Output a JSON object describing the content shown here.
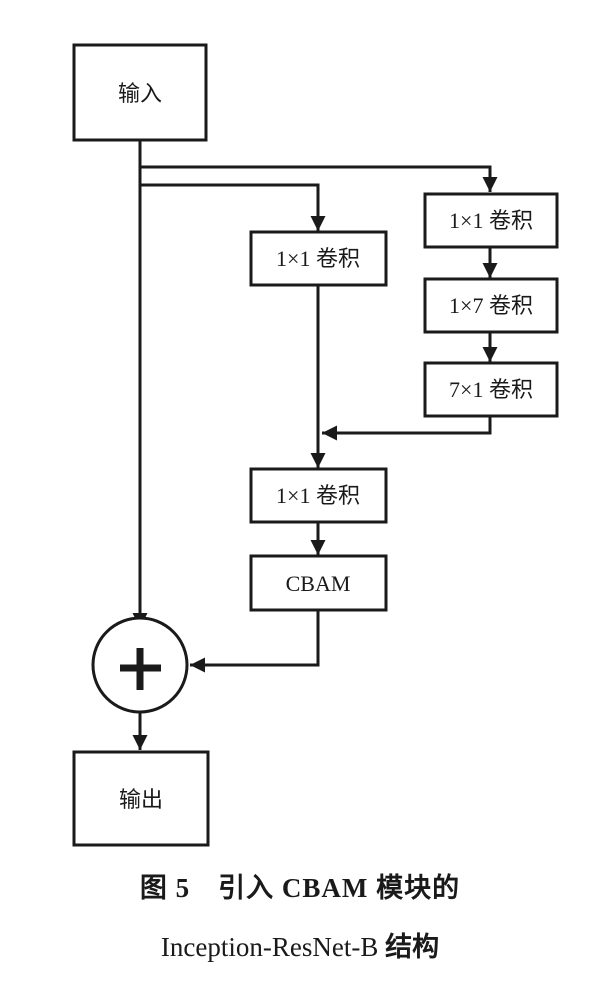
{
  "figure": {
    "nodes": {
      "input": {
        "label": "输入"
      },
      "b1_conv1": {
        "label": "1×1 卷积"
      },
      "b2_conv1": {
        "label": "1×1 卷积"
      },
      "b2_conv17": {
        "label": "1×7 卷积"
      },
      "b2_conv71": {
        "label": "7×1 卷积"
      },
      "merge_conv1": {
        "label": "1×1 卷积"
      },
      "cbam": {
        "label": "CBAM"
      },
      "add": {
        "label": "+",
        "icon": "plus-circle-icon"
      },
      "output": {
        "label": "输出"
      }
    },
    "edges": [
      [
        "input",
        "add"
      ],
      [
        "input",
        "b1_conv1"
      ],
      [
        "input",
        "b2_conv1"
      ],
      [
        "b2_conv1",
        "b2_conv17"
      ],
      [
        "b2_conv17",
        "b2_conv71"
      ],
      [
        "b2_conv71",
        "merge_conv1"
      ],
      [
        "b1_conv1",
        "merge_conv1"
      ],
      [
        "merge_conv1",
        "cbam"
      ],
      [
        "cbam",
        "add"
      ],
      [
        "add",
        "output"
      ]
    ]
  },
  "caption": {
    "line1": "图 5　引入 CBAM 模块的",
    "line2_name": "Inception-ResNet-B",
    "line2_suffix": " 结构"
  }
}
